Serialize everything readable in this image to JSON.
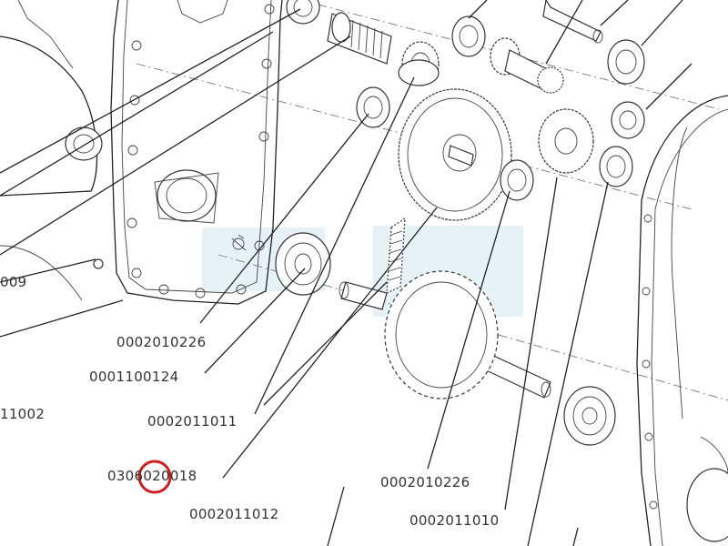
{
  "labels": {
    "p_009": "009",
    "p_11002": "11002",
    "p_0002010226_a": "0002010226",
    "p_0001100124": "0001100124",
    "p_0002011011": "0002011011",
    "p_0306020018": "0306020018",
    "p_0002011012": "0002011012",
    "p_0002010226_b": "0002010226",
    "p_0002011010": "0002011010"
  },
  "colors": {
    "line": "#222222",
    "label_text": "#333333",
    "highlight_circle": "#cc1f1f",
    "watermark": "#a9cfe4"
  }
}
